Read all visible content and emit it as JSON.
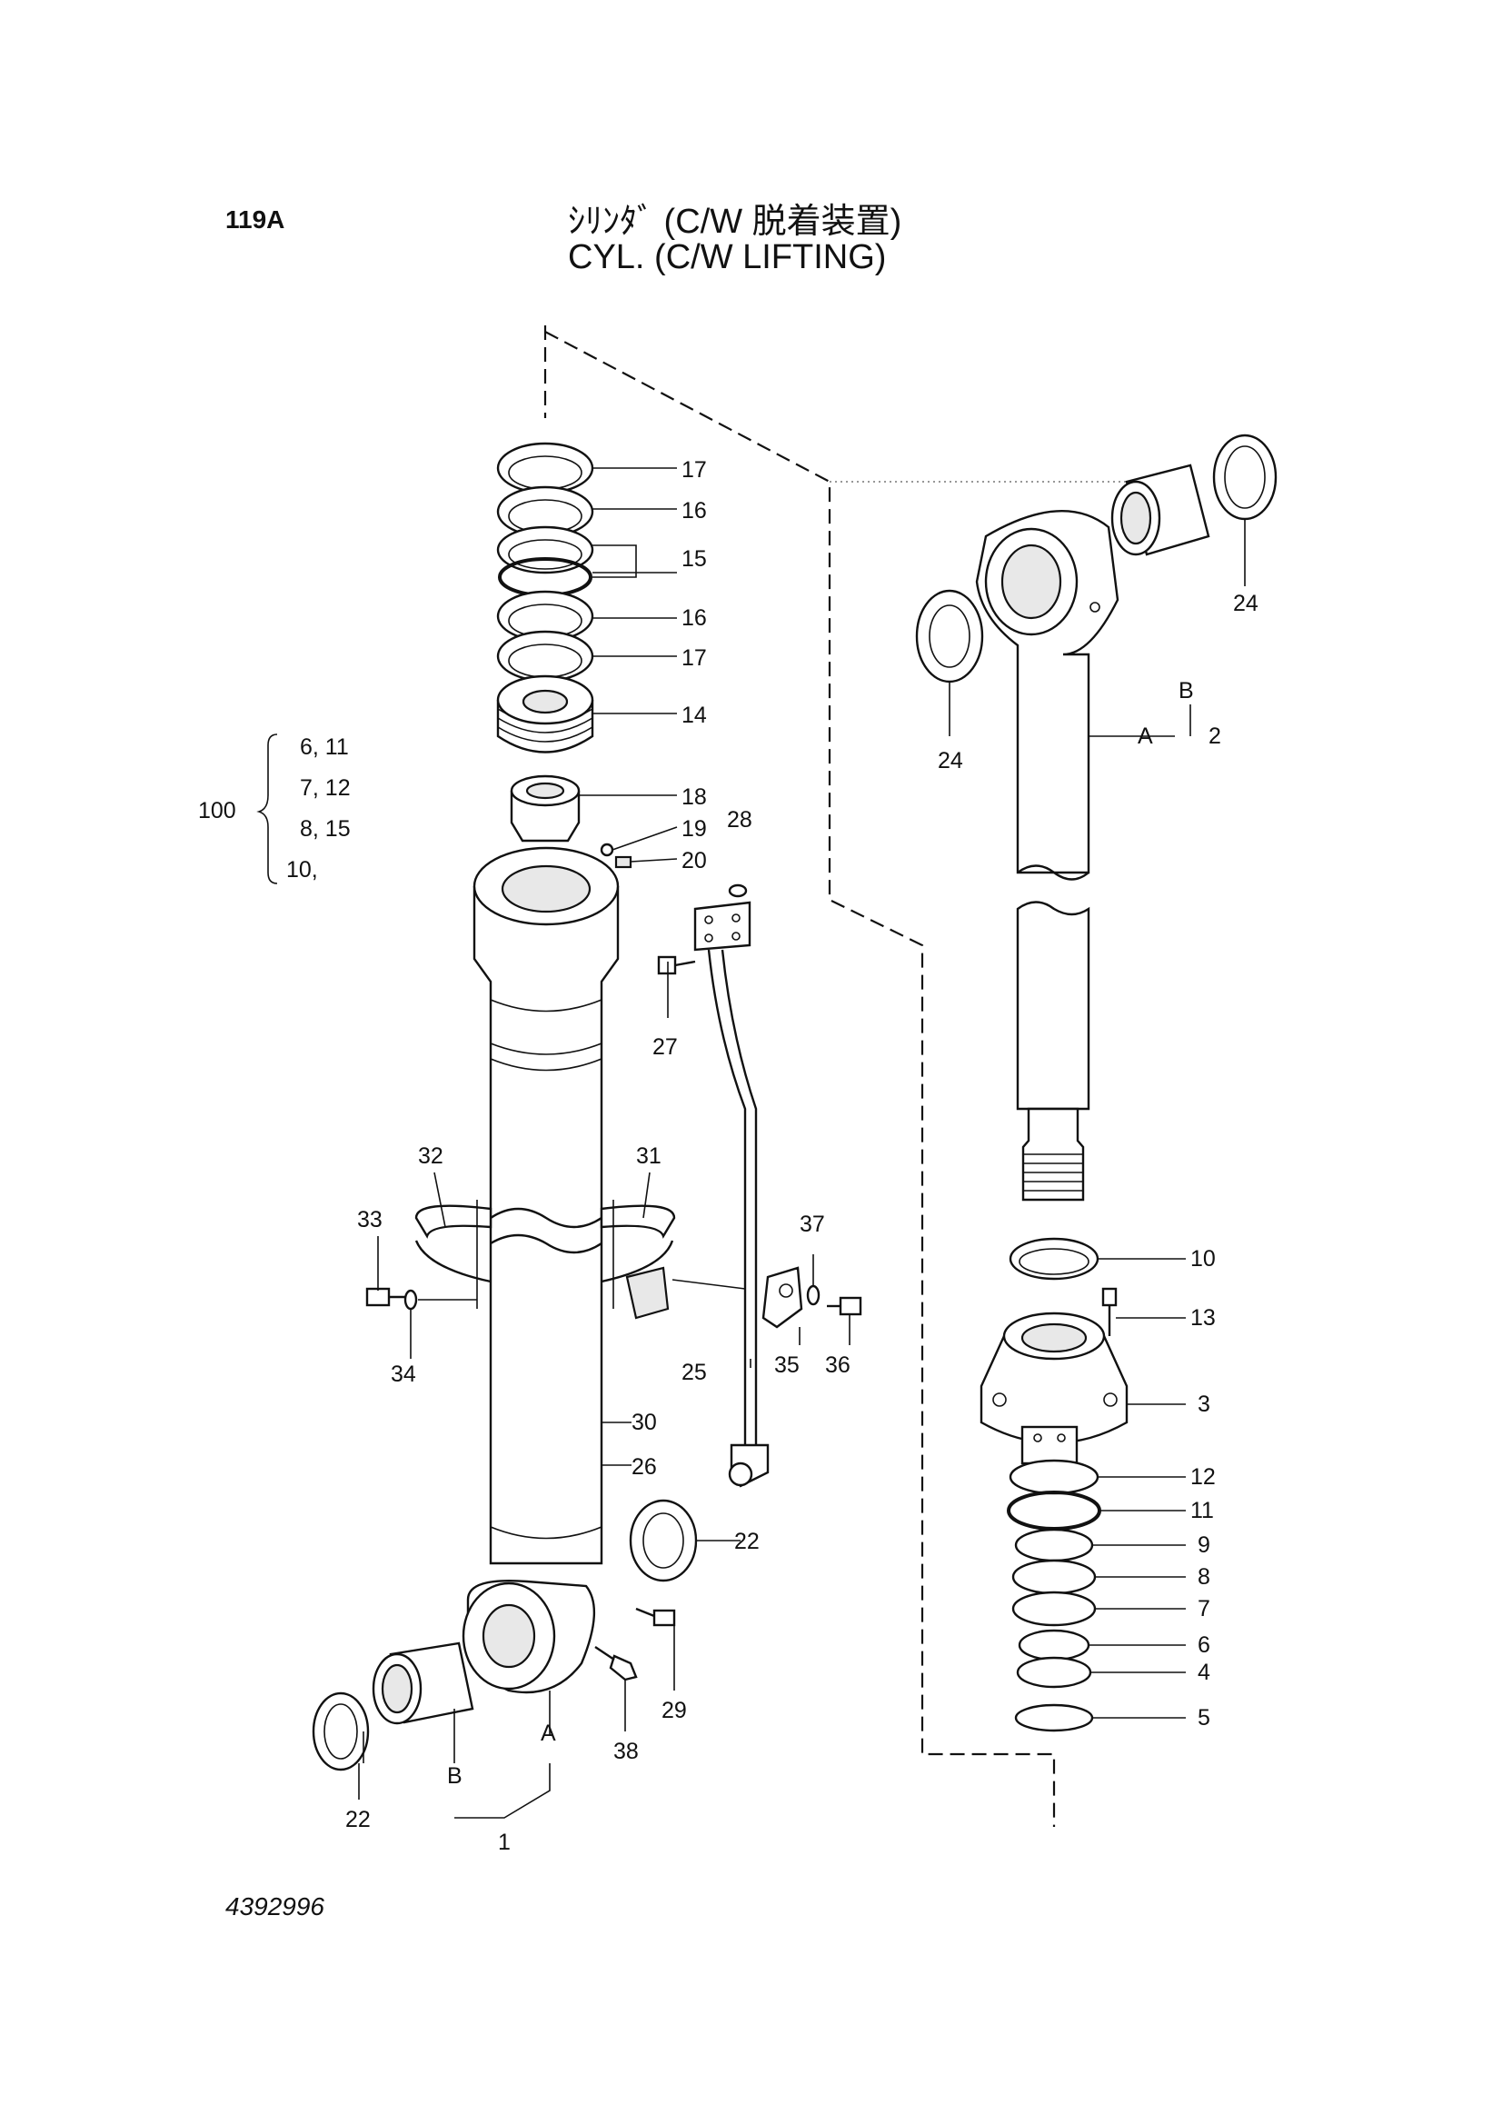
{
  "header": {
    "page_number": "119A",
    "title_jp": "ｼﾘﾝﾀﾞ (C/W 脱着装置)",
    "title_en": "CYL. (C/W LIFTING)"
  },
  "footer": {
    "drawing_number": "4392996"
  },
  "kit": {
    "number": "100",
    "rows": [
      "6, 11",
      "7, 12",
      "8, 15",
      "10,"
    ]
  },
  "callouts": [
    "17",
    "16",
    "15",
    "16",
    "17",
    "14",
    "18",
    "19",
    "20",
    "28",
    "27",
    "32",
    "31",
    "33",
    "34",
    "37",
    "25",
    "35",
    "36",
    "30",
    "26",
    "22",
    "29",
    "38",
    "22",
    "1",
    "A",
    "B",
    "24",
    "24",
    "B",
    "A",
    "2",
    "10",
    "13",
    "3",
    "12",
    "11",
    "9",
    "8",
    "7",
    "6",
    "4",
    "5"
  ]
}
